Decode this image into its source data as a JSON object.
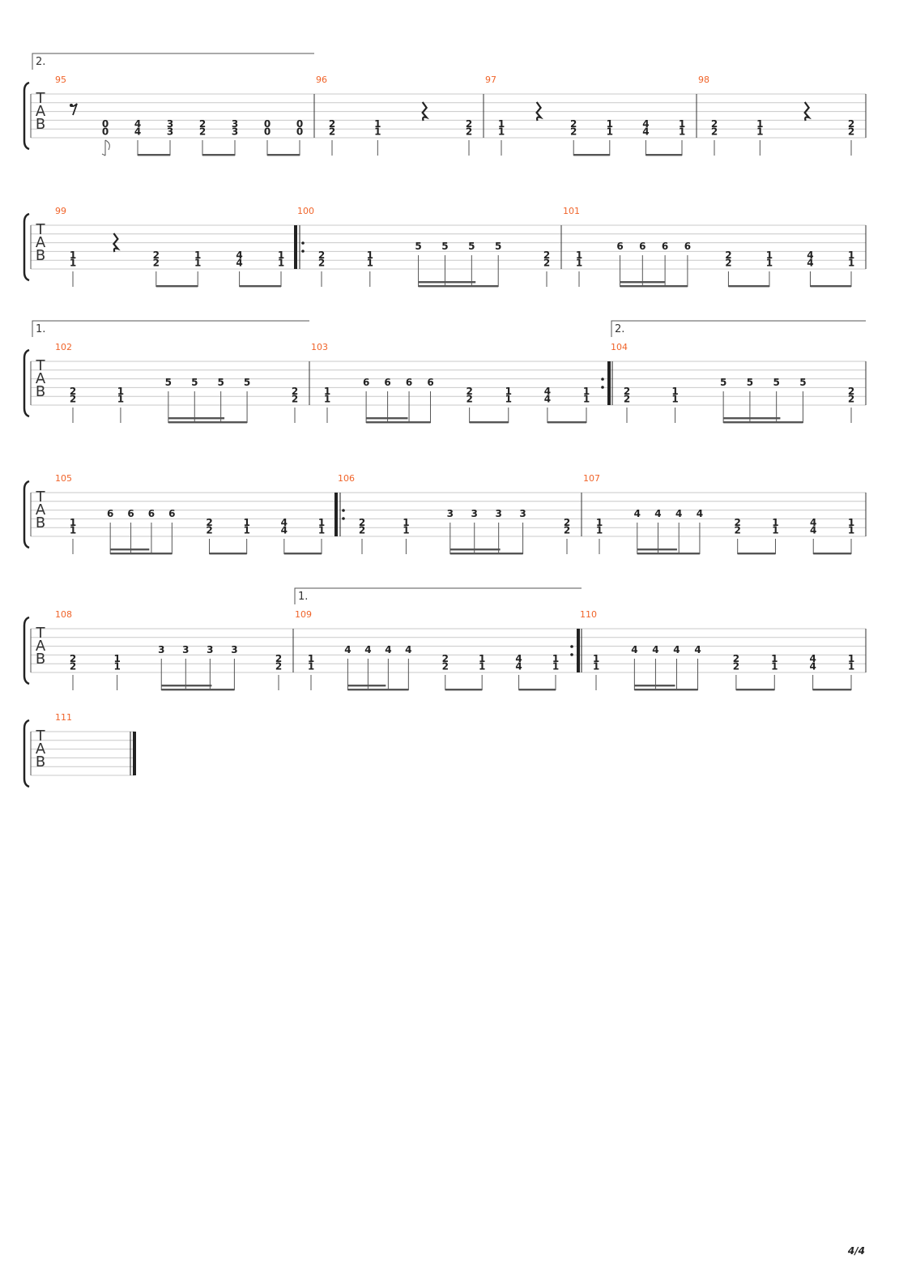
{
  "page_number": "4/4",
  "tab_label": [
    "T",
    "A",
    "B"
  ],
  "colors": {
    "bar_number": "#f0642a",
    "staff_line": "#c8c8c8",
    "ink": "#222222"
  },
  "voltas": [
    {
      "label": "2."
    },
    {
      "label": "1."
    },
    {
      "label": "2."
    },
    {
      "label": "1."
    }
  ],
  "systems": [
    {
      "measures": [
        {
          "number": "95",
          "events": [
            {
              "type": "rest",
              "rest": "eighth"
            },
            {
              "type": "chord",
              "frets": [
                "0",
                "0"
              ],
              "flag": "grace"
            },
            {
              "type": "chord",
              "frets": [
                "4",
                "4"
              ],
              "beam": "b1"
            },
            {
              "type": "chord",
              "frets": [
                "3",
                "3"
              ],
              "beam": "b1"
            },
            {
              "type": "chord",
              "frets": [
                "2",
                "2"
              ],
              "beam": "b2"
            },
            {
              "type": "chord",
              "frets": [
                "3",
                "3"
              ],
              "beam": "b2"
            },
            {
              "type": "chord",
              "frets": [
                "0",
                "0"
              ],
              "beam": "b3"
            },
            {
              "type": "chord",
              "frets": [
                "0",
                "0"
              ],
              "beam": "b3"
            }
          ]
        },
        {
          "number": "96",
          "events": [
            {
              "type": "chord",
              "frets": [
                "2",
                "2"
              ]
            },
            {
              "type": "chord",
              "frets": [
                "1",
                "1"
              ]
            },
            {
              "type": "rest",
              "rest": "quarter"
            },
            {
              "type": "chord",
              "frets": [
                "2",
                "2"
              ]
            }
          ]
        },
        {
          "number": "97",
          "events": [
            {
              "type": "chord",
              "frets": [
                "1",
                "1"
              ]
            },
            {
              "type": "rest",
              "rest": "quarter"
            },
            {
              "type": "chord",
              "frets": [
                "2",
                "2"
              ],
              "beam": "b1"
            },
            {
              "type": "chord",
              "frets": [
                "1",
                "1"
              ],
              "beam": "b1"
            },
            {
              "type": "chord",
              "frets": [
                "4",
                "4"
              ],
              "beam": "b2"
            },
            {
              "type": "chord",
              "frets": [
                "1",
                "1"
              ],
              "beam": "b2"
            }
          ]
        },
        {
          "number": "98",
          "events": [
            {
              "type": "chord",
              "frets": [
                "2",
                "2"
              ]
            },
            {
              "type": "chord",
              "frets": [
                "1",
                "1"
              ]
            },
            {
              "type": "rest",
              "rest": "quarter"
            },
            {
              "type": "chord",
              "frets": [
                "2",
                "2"
              ]
            }
          ]
        }
      ]
    },
    {
      "measures": [
        {
          "number": "99",
          "events": [
            {
              "type": "chord",
              "frets": [
                "1",
                "1"
              ]
            },
            {
              "type": "rest",
              "rest": "quarter"
            },
            {
              "type": "chord",
              "frets": [
                "2",
                "2"
              ],
              "beam": "b1"
            },
            {
              "type": "chord",
              "frets": [
                "1",
                "1"
              ],
              "beam": "b1"
            },
            {
              "type": "chord",
              "frets": [
                "4",
                "4"
              ],
              "beam": "b2"
            },
            {
              "type": "chord",
              "frets": [
                "1",
                "1"
              ],
              "beam": "b2"
            }
          ]
        },
        {
          "number": "100",
          "repeat_start": true,
          "events": [
            {
              "type": "chord",
              "frets": [
                "2",
                "2"
              ]
            },
            {
              "type": "chord",
              "frets": [
                "1",
                "1"
              ]
            },
            {
              "type": "note",
              "fret": "5",
              "beam": "s1",
              "beam_type": "16"
            },
            {
              "type": "note",
              "fret": "5",
              "beam": "s1",
              "beam_type": "16"
            },
            {
              "type": "note",
              "fret": "5",
              "beam": "s1",
              "beam_type": "16"
            },
            {
              "type": "note",
              "fret": "5",
              "beam": "s1",
              "beam_type": "8"
            },
            {
              "type": "chord",
              "frets": [
                "2",
                "2"
              ]
            }
          ]
        },
        {
          "number": "101",
          "events": [
            {
              "type": "chord",
              "frets": [
                "1",
                "1"
              ]
            },
            {
              "type": "note",
              "fret": "6",
              "beam": "s1",
              "beam_type": "16"
            },
            {
              "type": "note",
              "fret": "6",
              "beam": "s1",
              "beam_type": "16"
            },
            {
              "type": "note",
              "fret": "6",
              "beam": "s1",
              "beam_type": "16"
            },
            {
              "type": "note",
              "fret": "6",
              "beam": "s1",
              "beam_type": "8"
            },
            {
              "type": "chord",
              "frets": [
                "2",
                "2"
              ],
              "beam": "b1"
            },
            {
              "type": "chord",
              "frets": [
                "1",
                "1"
              ],
              "beam": "b1"
            },
            {
              "type": "chord",
              "frets": [
                "4",
                "4"
              ],
              "beam": "b2"
            },
            {
              "type": "chord",
              "frets": [
                "1",
                "1"
              ],
              "beam": "b2"
            }
          ]
        }
      ]
    },
    {
      "measures": [
        {
          "number": "102",
          "events": [
            {
              "type": "chord",
              "frets": [
                "2",
                "2"
              ]
            },
            {
              "type": "chord",
              "frets": [
                "1",
                "1"
              ]
            },
            {
              "type": "note",
              "fret": "5",
              "beam": "s1",
              "beam_type": "16"
            },
            {
              "type": "note",
              "fret": "5",
              "beam": "s1",
              "beam_type": "16"
            },
            {
              "type": "note",
              "fret": "5",
              "beam": "s1",
              "beam_type": "16"
            },
            {
              "type": "note",
              "fret": "5",
              "beam": "s1",
              "beam_type": "8"
            },
            {
              "type": "chord",
              "frets": [
                "2",
                "2"
              ]
            }
          ]
        },
        {
          "number": "103",
          "repeat_end": true,
          "events": [
            {
              "type": "chord",
              "frets": [
                "1",
                "1"
              ]
            },
            {
              "type": "note",
              "fret": "6",
              "beam": "s1",
              "beam_type": "16"
            },
            {
              "type": "note",
              "fret": "6",
              "beam": "s1",
              "beam_type": "16"
            },
            {
              "type": "note",
              "fret": "6",
              "beam": "s1",
              "beam_type": "16"
            },
            {
              "type": "note",
              "fret": "6",
              "beam": "s1",
              "beam_type": "8"
            },
            {
              "type": "chord",
              "frets": [
                "2",
                "2"
              ],
              "beam": "b1"
            },
            {
              "type": "chord",
              "frets": [
                "1",
                "1"
              ],
              "beam": "b1"
            },
            {
              "type": "chord",
              "frets": [
                "4",
                "4"
              ],
              "beam": "b2"
            },
            {
              "type": "chord",
              "frets": [
                "1",
                "1"
              ],
              "beam": "b2"
            }
          ]
        },
        {
          "number": "104",
          "events": [
            {
              "type": "chord",
              "frets": [
                "2",
                "2"
              ]
            },
            {
              "type": "chord",
              "frets": [
                "1",
                "1"
              ]
            },
            {
              "type": "note",
              "fret": "5",
              "beam": "s1",
              "beam_type": "16"
            },
            {
              "type": "note",
              "fret": "5",
              "beam": "s1",
              "beam_type": "16"
            },
            {
              "type": "note",
              "fret": "5",
              "beam": "s1",
              "beam_type": "16"
            },
            {
              "type": "note",
              "fret": "5",
              "beam": "s1",
              "beam_type": "8"
            },
            {
              "type": "chord",
              "frets": [
                "2",
                "2"
              ]
            }
          ]
        }
      ]
    },
    {
      "measures": [
        {
          "number": "105",
          "events": [
            {
              "type": "chord",
              "frets": [
                "1",
                "1"
              ]
            },
            {
              "type": "note",
              "fret": "6",
              "beam": "s1",
              "beam_type": "16"
            },
            {
              "type": "note",
              "fret": "6",
              "beam": "s1",
              "beam_type": "16"
            },
            {
              "type": "note",
              "fret": "6",
              "beam": "s1",
              "beam_type": "16"
            },
            {
              "type": "note",
              "fret": "6",
              "beam": "s1",
              "beam_type": "8"
            },
            {
              "type": "chord",
              "frets": [
                "2",
                "2"
              ],
              "beam": "b1"
            },
            {
              "type": "chord",
              "frets": [
                "1",
                "1"
              ],
              "beam": "b1"
            },
            {
              "type": "chord",
              "frets": [
                "4",
                "4"
              ],
              "beam": "b2"
            },
            {
              "type": "chord",
              "frets": [
                "1",
                "1"
              ],
              "beam": "b2"
            }
          ]
        },
        {
          "number": "106",
          "repeat_start": true,
          "events": [
            {
              "type": "chord",
              "frets": [
                "2",
                "2"
              ]
            },
            {
              "type": "chord",
              "frets": [
                "1",
                "1"
              ]
            },
            {
              "type": "note",
              "fret": "3",
              "beam": "s1",
              "beam_type": "16"
            },
            {
              "type": "note",
              "fret": "3",
              "beam": "s1",
              "beam_type": "16"
            },
            {
              "type": "note",
              "fret": "3",
              "beam": "s1",
              "beam_type": "16"
            },
            {
              "type": "note",
              "fret": "3",
              "beam": "s1",
              "beam_type": "8"
            },
            {
              "type": "chord",
              "frets": [
                "2",
                "2"
              ]
            }
          ]
        },
        {
          "number": "107",
          "events": [
            {
              "type": "chord",
              "frets": [
                "1",
                "1"
              ]
            },
            {
              "type": "note",
              "fret": "4",
              "beam": "s1",
              "beam_type": "16"
            },
            {
              "type": "note",
              "fret": "4",
              "beam": "s1",
              "beam_type": "16"
            },
            {
              "type": "note",
              "fret": "4",
              "beam": "s1",
              "beam_type": "16"
            },
            {
              "type": "note",
              "fret": "4",
              "beam": "s1",
              "beam_type": "8"
            },
            {
              "type": "chord",
              "frets": [
                "2",
                "2"
              ],
              "beam": "b1"
            },
            {
              "type": "chord",
              "frets": [
                "1",
                "1"
              ],
              "beam": "b1"
            },
            {
              "type": "chord",
              "frets": [
                "4",
                "4"
              ],
              "beam": "b2"
            },
            {
              "type": "chord",
              "frets": [
                "1",
                "1"
              ],
              "beam": "b2"
            }
          ]
        }
      ]
    },
    {
      "measures": [
        {
          "number": "108",
          "events": [
            {
              "type": "chord",
              "frets": [
                "2",
                "2"
              ]
            },
            {
              "type": "chord",
              "frets": [
                "1",
                "1"
              ]
            },
            {
              "type": "note",
              "fret": "3",
              "beam": "s1",
              "beam_type": "16"
            },
            {
              "type": "note",
              "fret": "3",
              "beam": "s1",
              "beam_type": "16"
            },
            {
              "type": "note",
              "fret": "3",
              "beam": "s1",
              "beam_type": "16"
            },
            {
              "type": "note",
              "fret": "3",
              "beam": "s1",
              "beam_type": "8"
            },
            {
              "type": "chord",
              "frets": [
                "2",
                "2"
              ]
            }
          ]
        },
        {
          "number": "109",
          "repeat_end": true,
          "events": [
            {
              "type": "chord",
              "frets": [
                "1",
                "1"
              ]
            },
            {
              "type": "note",
              "fret": "4",
              "beam": "s1",
              "beam_type": "16"
            },
            {
              "type": "note",
              "fret": "4",
              "beam": "s1",
              "beam_type": "16"
            },
            {
              "type": "note",
              "fret": "4",
              "beam": "s1",
              "beam_type": "16"
            },
            {
              "type": "note",
              "fret": "4",
              "beam": "s1",
              "beam_type": "8"
            },
            {
              "type": "chord",
              "frets": [
                "2",
                "2"
              ],
              "beam": "b1"
            },
            {
              "type": "chord",
              "frets": [
                "1",
                "1"
              ],
              "beam": "b1"
            },
            {
              "type": "chord",
              "frets": [
                "4",
                "4"
              ],
              "beam": "b2"
            },
            {
              "type": "chord",
              "frets": [
                "1",
                "1"
              ],
              "beam": "b2"
            }
          ]
        },
        {
          "number": "110",
          "events": [
            {
              "type": "chord",
              "frets": [
                "1",
                "1"
              ]
            },
            {
              "type": "note",
              "fret": "4",
              "beam": "s1",
              "beam_type": "16"
            },
            {
              "type": "note",
              "fret": "4",
              "beam": "s1",
              "beam_type": "16"
            },
            {
              "type": "note",
              "fret": "4",
              "beam": "s1",
              "beam_type": "16"
            },
            {
              "type": "note",
              "fret": "4",
              "beam": "s1",
              "beam_type": "8"
            },
            {
              "type": "chord",
              "frets": [
                "2",
                "2"
              ],
              "beam": "b1"
            },
            {
              "type": "chord",
              "frets": [
                "1",
                "1"
              ],
              "beam": "b1"
            },
            {
              "type": "chord",
              "frets": [
                "4",
                "4"
              ],
              "beam": "b2"
            },
            {
              "type": "chord",
              "frets": [
                "1",
                "1"
              ],
              "beam": "b2"
            }
          ]
        }
      ]
    },
    {
      "measures": [
        {
          "number": "111",
          "final": true,
          "events": []
        }
      ]
    }
  ]
}
